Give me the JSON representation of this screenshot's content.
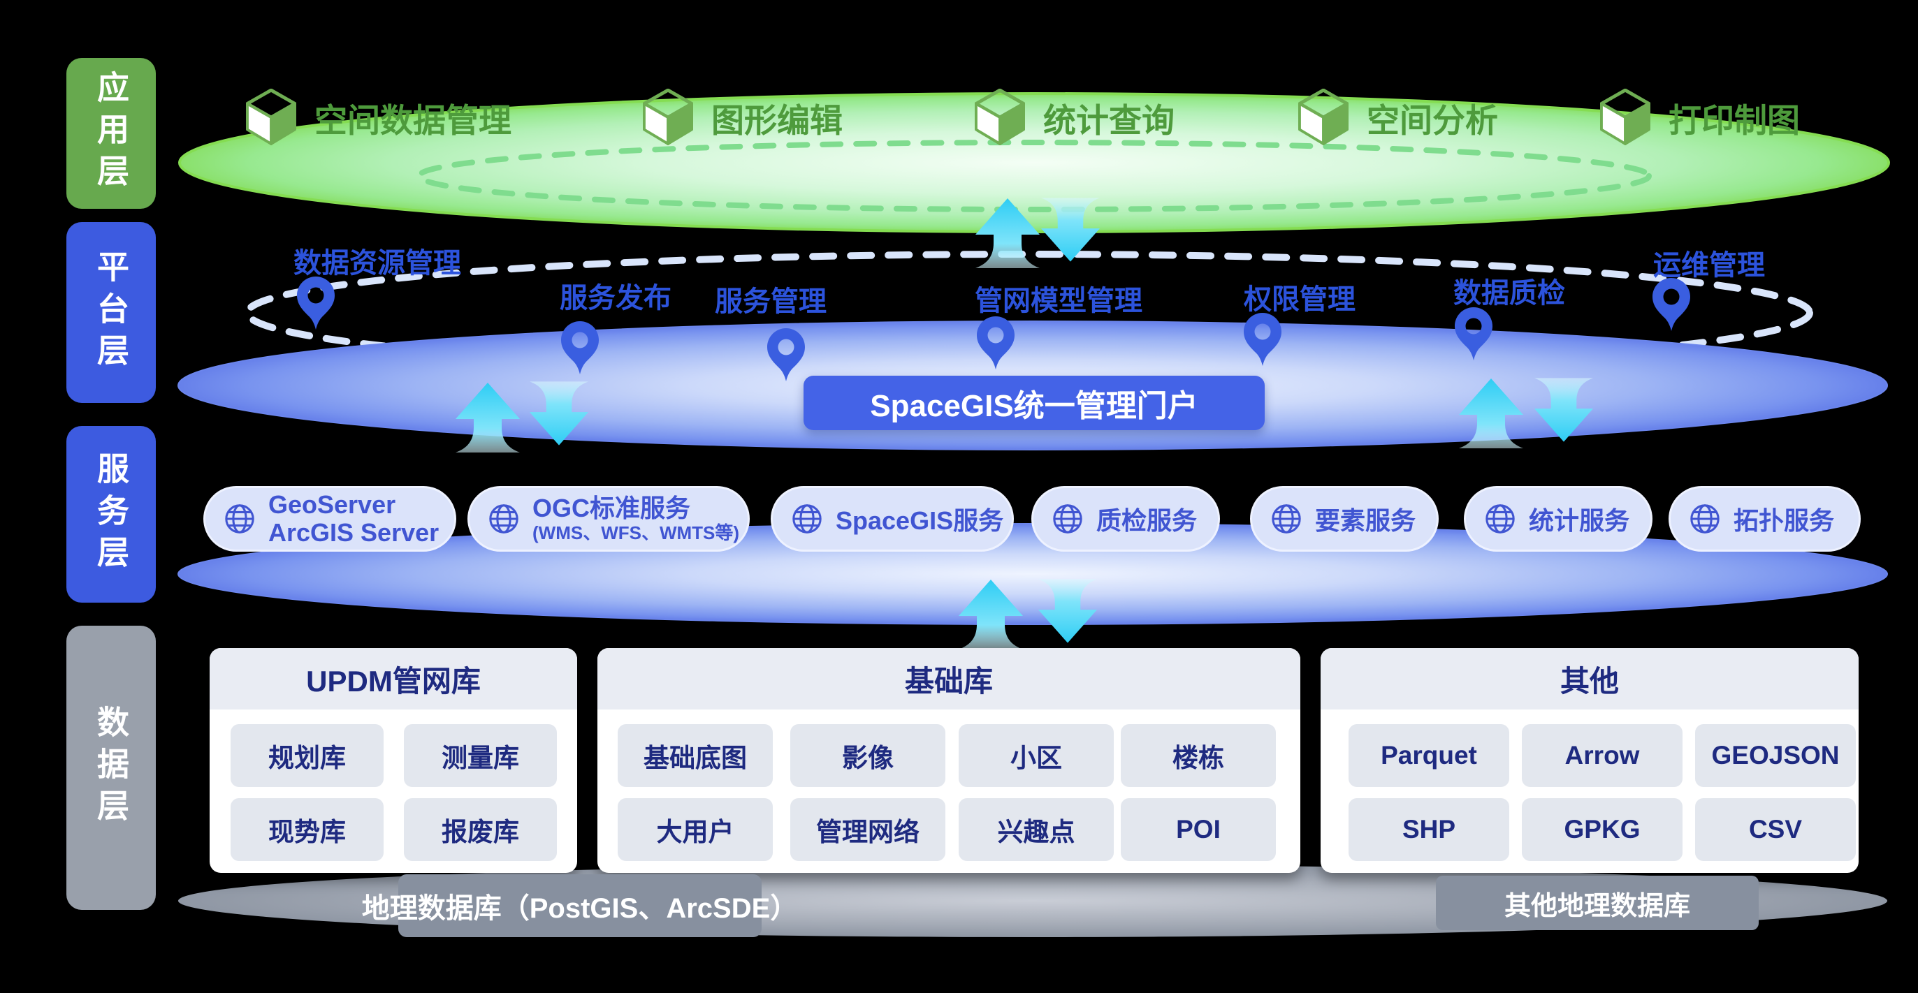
{
  "sidebar": {
    "items": [
      {
        "label": "应用层"
      },
      {
        "label": "平台层"
      },
      {
        "label": "服务层"
      },
      {
        "label": "数据层"
      }
    ]
  },
  "app": {
    "items": [
      {
        "label": "空间数据管理"
      },
      {
        "label": "图形编辑"
      },
      {
        "label": "统计查询"
      },
      {
        "label": "空间分析"
      },
      {
        "label": "打印制图"
      }
    ]
  },
  "platform": {
    "features": [
      {
        "label": "数据资源管理"
      },
      {
        "label": "服务发布"
      },
      {
        "label": "服务管理"
      },
      {
        "label": "管网模型管理"
      },
      {
        "label": "权限管理"
      },
      {
        "label": "数据质检"
      },
      {
        "label": "运维管理"
      }
    ],
    "portal_label": "SpaceGIS统一管理门户"
  },
  "services": {
    "items": [
      {
        "line1": "GeoServer",
        "line2": "ArcGIS Server"
      },
      {
        "line1": "OGC标准服务",
        "line2": "(WMS、WFS、WMTS等)"
      },
      {
        "line1": "SpaceGIS服务"
      },
      {
        "line1": "质检服务"
      },
      {
        "line1": "要素服务"
      },
      {
        "line1": "统计服务"
      },
      {
        "line1": "拓扑服务"
      }
    ]
  },
  "data": {
    "cards": [
      {
        "title": "UPDM管网库",
        "tiles": [
          "规划库",
          "测量库",
          "现势库",
          "报废库"
        ]
      },
      {
        "title": "基础库",
        "tiles": [
          "基础底图",
          "影像",
          "小区",
          "楼栋",
          "大用户",
          "管理网络",
          "兴趣点",
          "POI"
        ]
      },
      {
        "title": "其他",
        "tiles": [
          "Parquet",
          "Arrow",
          "GEOJSON",
          "SHP",
          "GPKG",
          "CSV"
        ]
      }
    ],
    "footers": [
      {
        "label": "地理数据库（PostGIS、ArcSDE）"
      },
      {
        "label": "其他地理数据库"
      }
    ]
  },
  "colors": {
    "app_green": "#67a94e",
    "app_text_green": "#4e9b3c",
    "layer_blue": "#3d5be0",
    "layer_gray": "#99a0ab",
    "platform_label_blue": "#2c53dc",
    "portal_blue": "#4463e7",
    "pill_bg": "#dbe3fa",
    "pill_text": "#4055d2",
    "card_text_navy": "#1e2a80",
    "footer_gray": "#87909f",
    "arrow_cyan": "#2ecdf4"
  }
}
